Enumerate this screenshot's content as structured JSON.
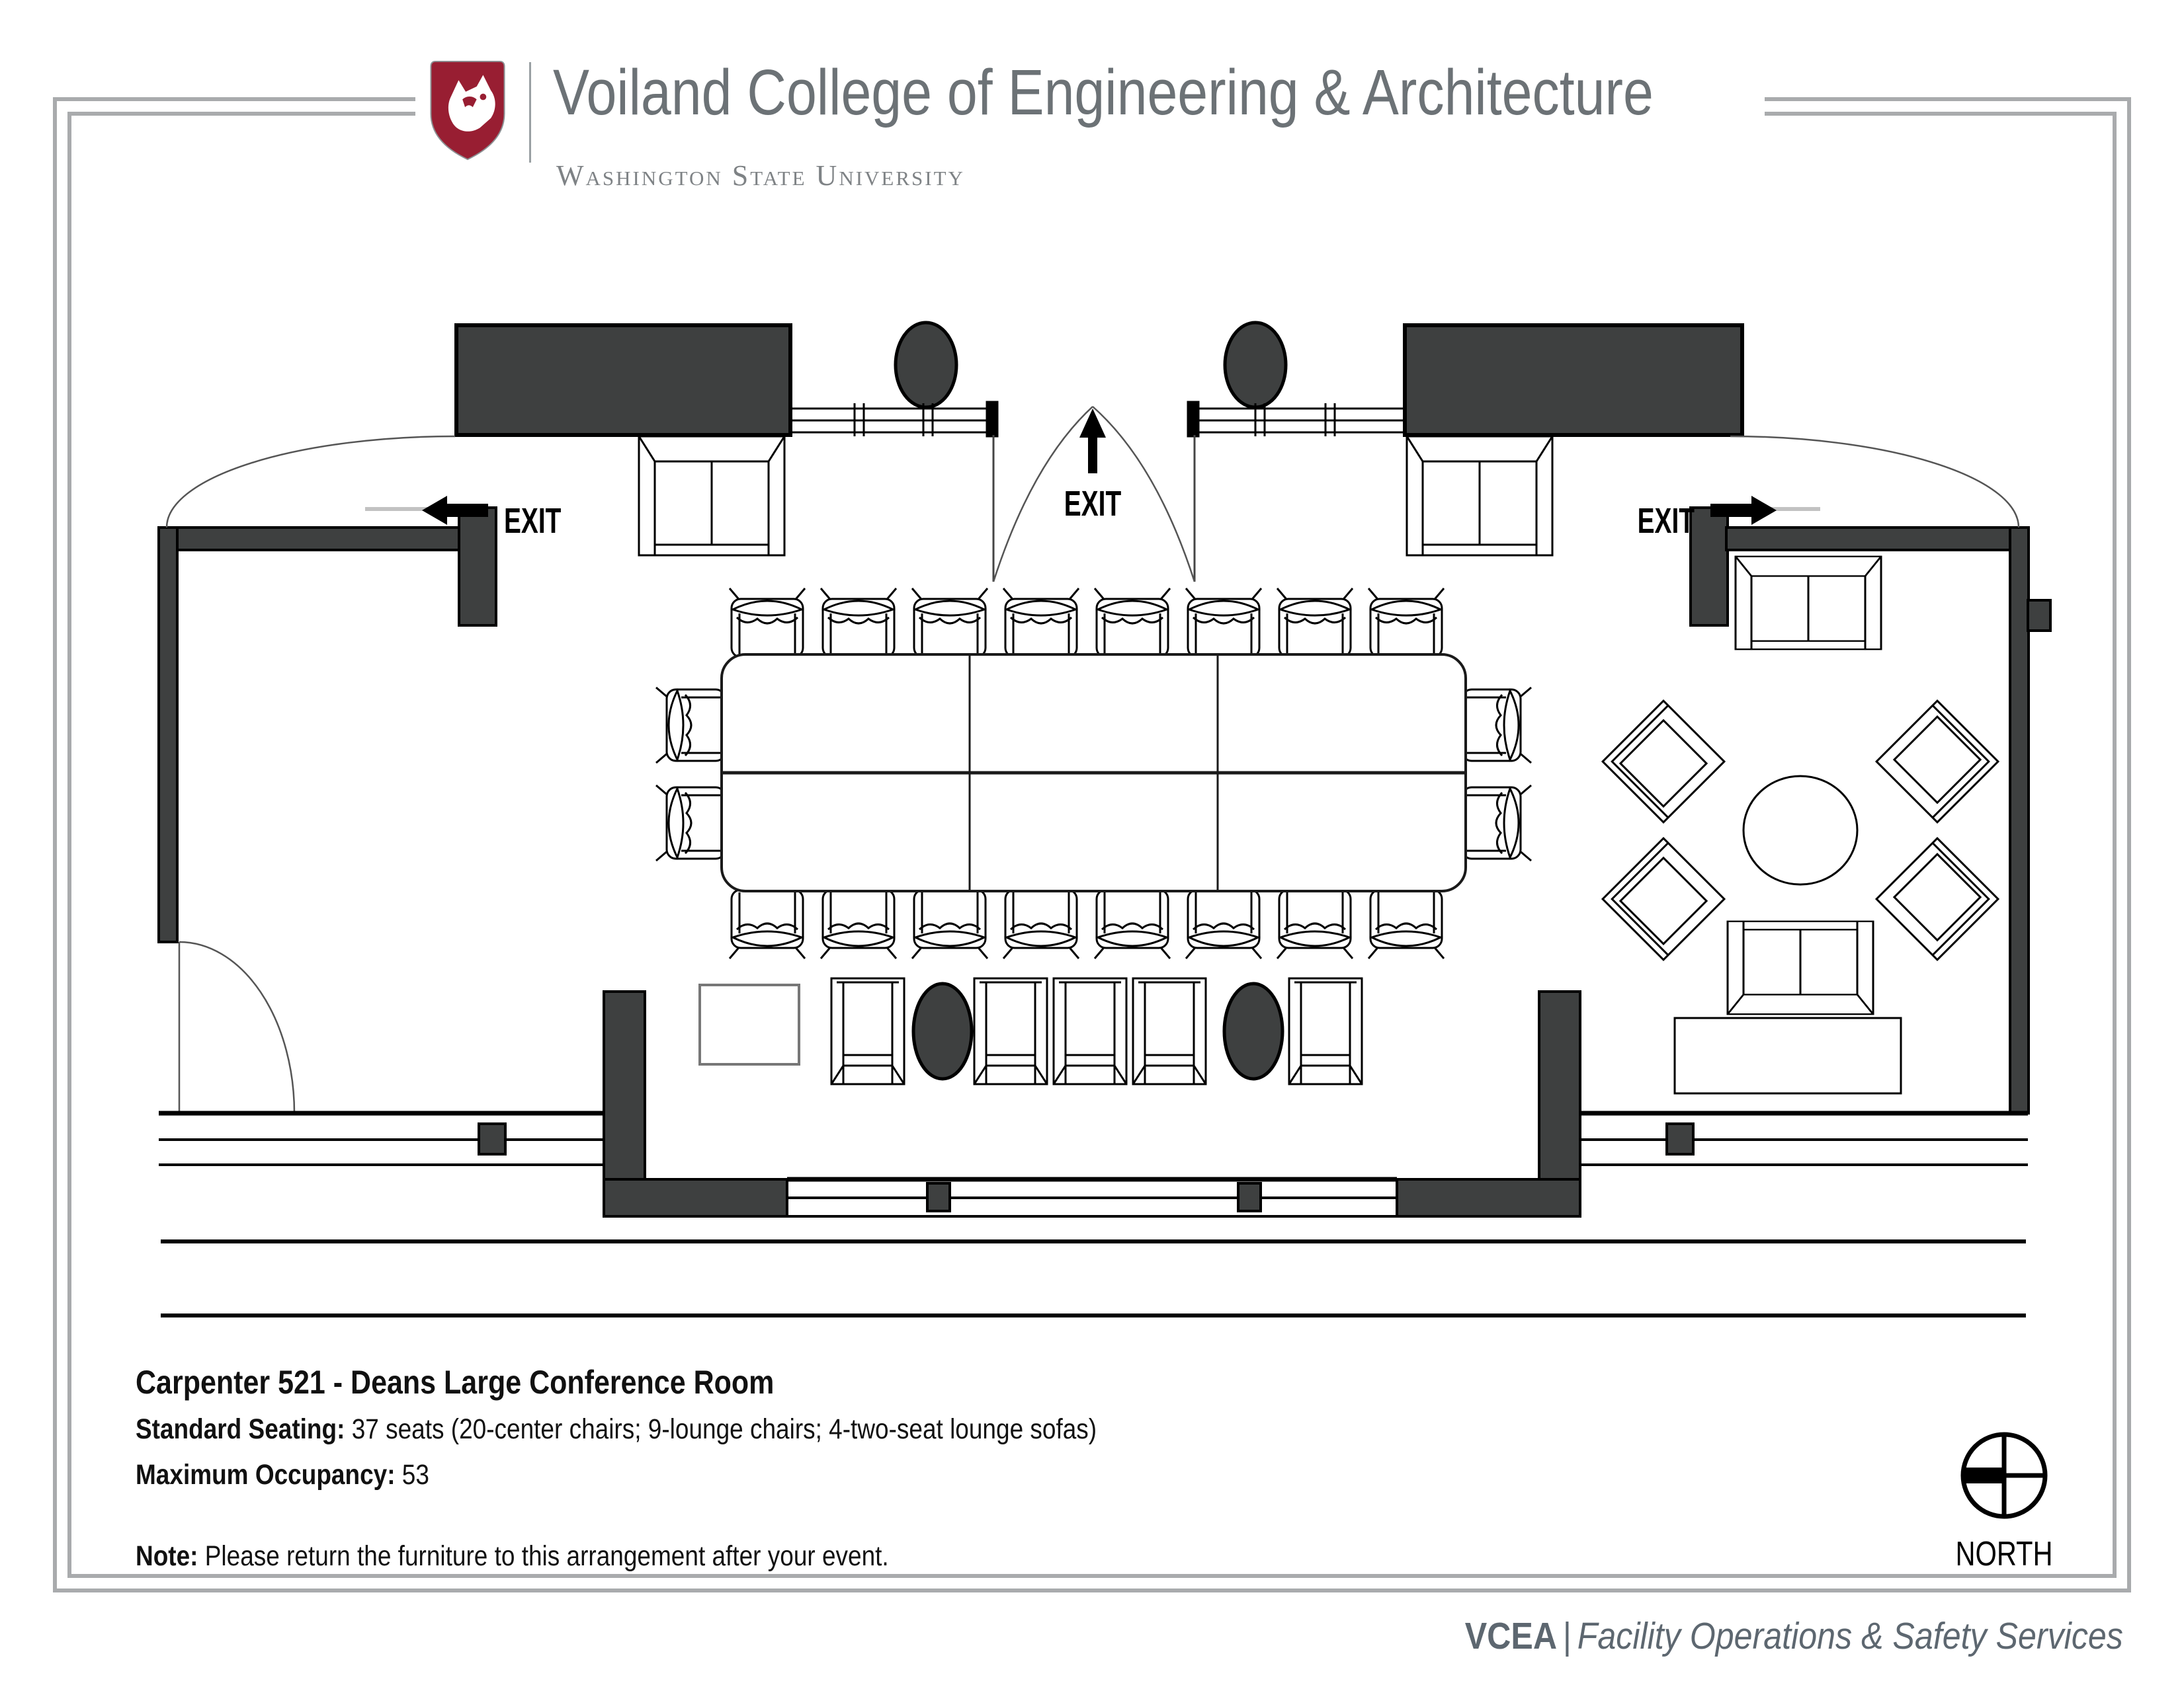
{
  "header": {
    "college": "Voiland College of Engineering & Architecture",
    "university": "Washington State University",
    "logo": "wsu-cougar-shield"
  },
  "plan": {
    "exit_left": "EXIT",
    "exit_center": "EXIT",
    "exit_right": "EXIT"
  },
  "compass": {
    "label": "NORTH"
  },
  "details": {
    "room_title": "Carpenter 521 - Deans Large Conference Room",
    "seating_label": "Standard Seating:",
    "seating_value": " 37 seats (20-center chairs; 9-lounge chairs; 4-two-seat lounge sofas)",
    "occupancy_label": "Maximum Occupancy:",
    "occupancy_value": " 53",
    "note_label": "Note:",
    "note_value": " Please return the furniture to this arrangement after your event."
  },
  "footer": {
    "org": "VCEA",
    "separator": "|",
    "dept": "Facility Operations & Safety Services"
  },
  "colors": {
    "crimson": "#981e32",
    "wall_fill": "#3e4040",
    "frame_gray": "#a9abad",
    "title_gray": "#6c7276",
    "footer_slate": "#5d6770"
  }
}
